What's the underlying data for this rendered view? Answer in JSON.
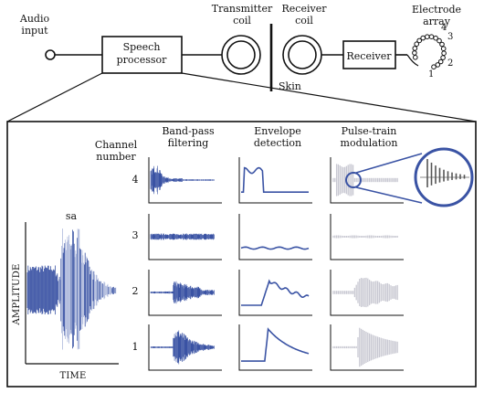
{
  "top_diagram": {
    "audio_input": [
      "Audio",
      "input"
    ],
    "speech_processor": [
      "Speech",
      "processor"
    ],
    "transmitter_coil": [
      "Transmitter",
      "coil"
    ],
    "receiver_coil": [
      "Receiver",
      "coil"
    ],
    "skin": "Skin",
    "receiver": "Receiver",
    "electrode_array": [
      "Electrode",
      "array"
    ],
    "electrode_numbers": [
      "4",
      "3",
      "2",
      "1"
    ]
  },
  "detail_panel": {
    "speech_sample": "sa",
    "amplitude_label": "AMPLITUDE",
    "time_label": "TIME",
    "channel_number_label": [
      "Channel",
      "number"
    ],
    "columns": [
      [
        "Band-pass",
        "filtering"
      ],
      [
        "Envelope",
        "detection"
      ],
      [
        "Pulse-train",
        "modulation"
      ]
    ],
    "channels": [
      "4",
      "3",
      "2",
      "1"
    ]
  },
  "colors": {
    "waveform": "#3a53a4",
    "waveform_light": "#aeb9dc",
    "pulse_gray": "#c8c8d2",
    "ink": "#111111"
  }
}
